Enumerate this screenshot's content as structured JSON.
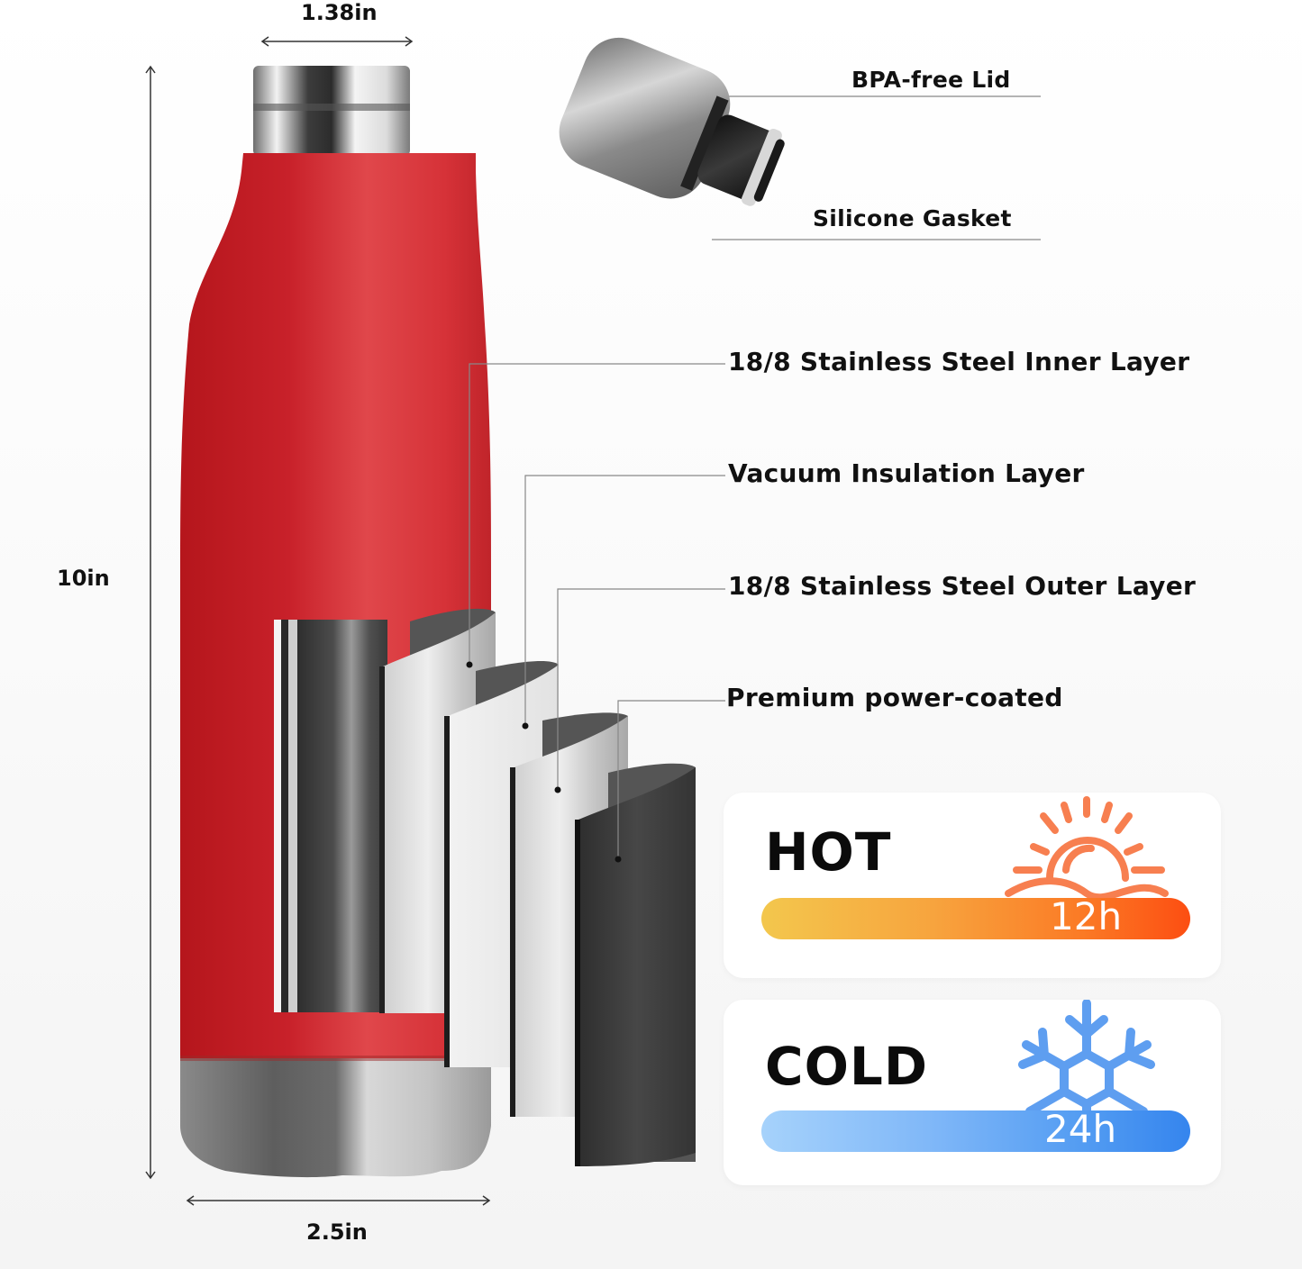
{
  "dimensions": {
    "top_width": "1.38in",
    "height": "10in",
    "bottom_width": "2.5in"
  },
  "lid_callouts": {
    "lid": "BPA-free Lid",
    "gasket": "Silicone Gasket"
  },
  "layer_callouts": [
    {
      "label": "18/8 Stainless Steel Inner Layer"
    },
    {
      "label": "Vacuum Insulation Layer"
    },
    {
      "label": "18/8 Stainless Steel Outer Layer"
    },
    {
      "label": "Premium power-coated"
    }
  ],
  "temperature": {
    "hot": {
      "title": "HOT",
      "duration": "12h",
      "icon": "sun-icon",
      "color": "#f77f50"
    },
    "cold": {
      "title": "COLD",
      "duration": "24h",
      "icon": "snowflake-icon",
      "color": "#5e9ef0"
    }
  },
  "colors": {
    "bottle_red": "#c91f25",
    "steel": "#b8b8b8",
    "coating_dark": "#3a3a3a"
  }
}
